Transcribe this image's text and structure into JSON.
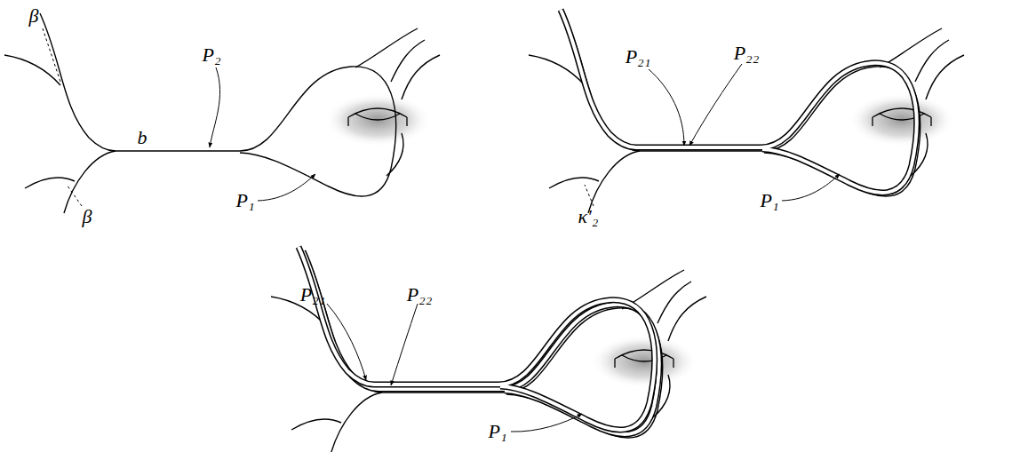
{
  "diagram": {
    "labels": [
      "β",
      "P₂",
      "b",
      "β",
      "P₁",
      "P₂₁",
      "P₂₂",
      "κ′₂",
      "P₁",
      "P₂₁",
      "P₂₂",
      "P₁"
    ]
  }
}
